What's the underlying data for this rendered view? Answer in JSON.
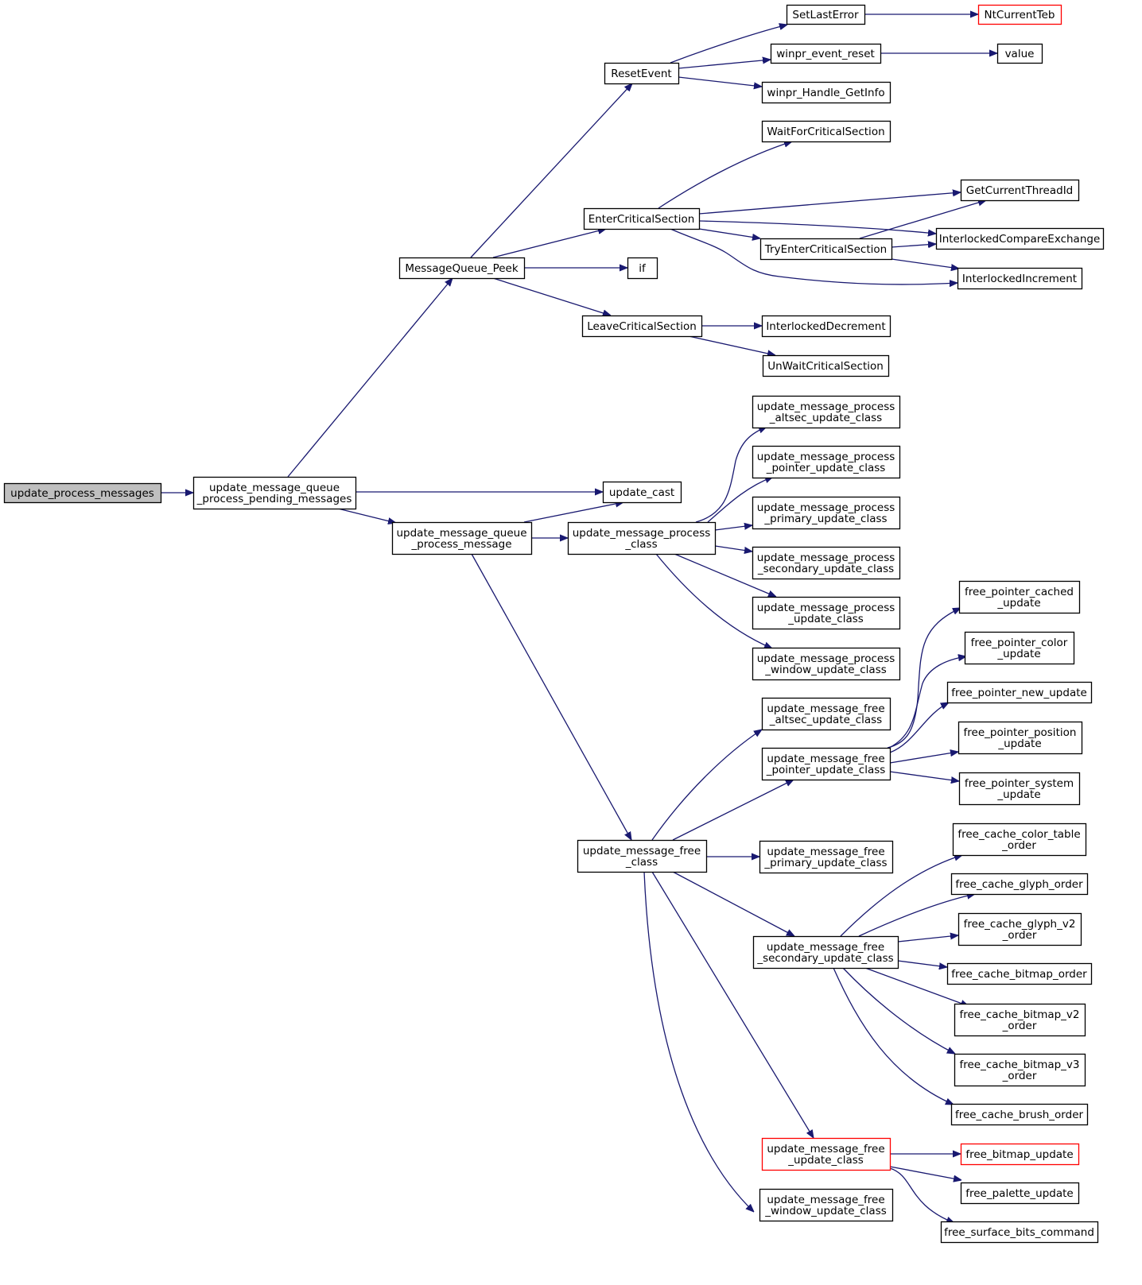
{
  "colors": {
    "edge": "#191970",
    "node_border": "#000000",
    "node_border_truncated": "#ff0000",
    "root_fill": "#bfbfbf",
    "node_fill": "#ffffff"
  },
  "nodes": [
    {
      "id": "update_process_messages",
      "label": [
        "update_process_messages"
      ],
      "style": "root"
    },
    {
      "id": "pending",
      "label": [
        "update_message_queue",
        "_process_pending_messages"
      ]
    },
    {
      "id": "mq_peek",
      "label": [
        "MessageQueue_Peek"
      ]
    },
    {
      "id": "reset_event",
      "label": [
        "ResetEvent"
      ]
    },
    {
      "id": "set_last_error",
      "label": [
        "SetLastError"
      ]
    },
    {
      "id": "nt_current_teb",
      "label": [
        "NtCurrentTeb"
      ],
      "style": "red"
    },
    {
      "id": "winpr_event_reset",
      "label": [
        "winpr_event_reset"
      ]
    },
    {
      "id": "value",
      "label": [
        "value"
      ]
    },
    {
      "id": "winpr_handle_getinfo",
      "label": [
        "winpr_Handle_GetInfo"
      ]
    },
    {
      "id": "wait_for_cs",
      "label": [
        "WaitForCriticalSection"
      ]
    },
    {
      "id": "enter_cs",
      "label": [
        "EnterCriticalSection"
      ]
    },
    {
      "id": "get_current_thread_id",
      "label": [
        "GetCurrentThreadId"
      ]
    },
    {
      "id": "interlocked_cmpxchg",
      "label": [
        "InterlockedCompareExchange"
      ]
    },
    {
      "id": "try_enter_cs",
      "label": [
        "TryEnterCriticalSection"
      ]
    },
    {
      "id": "interlocked_increment",
      "label": [
        "InterlockedIncrement"
      ]
    },
    {
      "id": "if",
      "label": [
        "if"
      ]
    },
    {
      "id": "leave_cs",
      "label": [
        "LeaveCriticalSection"
      ]
    },
    {
      "id": "interlocked_decrement",
      "label": [
        "InterlockedDecrement"
      ]
    },
    {
      "id": "unwait_cs",
      "label": [
        "UnWaitCriticalSection"
      ]
    },
    {
      "id": "update_cast",
      "label": [
        "update_cast"
      ]
    },
    {
      "id": "process_message",
      "label": [
        "update_message_queue",
        "_process_message"
      ]
    },
    {
      "id": "process_class",
      "label": [
        "update_message_process",
        "_class"
      ]
    },
    {
      "id": "proc_altsec",
      "label": [
        "update_message_process",
        "_altsec_update_class"
      ]
    },
    {
      "id": "proc_pointer",
      "label": [
        "update_message_process",
        "_pointer_update_class"
      ]
    },
    {
      "id": "proc_primary",
      "label": [
        "update_message_process",
        "_primary_update_class"
      ]
    },
    {
      "id": "proc_secondary",
      "label": [
        "update_message_process",
        "_secondary_update_class"
      ]
    },
    {
      "id": "proc_update",
      "label": [
        "update_message_process",
        "_update_class"
      ]
    },
    {
      "id": "proc_window",
      "label": [
        "update_message_process",
        "_window_update_class"
      ]
    },
    {
      "id": "free_class",
      "label": [
        "update_message_free",
        "_class"
      ]
    },
    {
      "id": "free_altsec",
      "label": [
        "update_message_free",
        "_altsec_update_class"
      ]
    },
    {
      "id": "free_pointer",
      "label": [
        "update_message_free",
        "_pointer_update_class"
      ]
    },
    {
      "id": "fp_cached",
      "label": [
        "free_pointer_cached",
        "_update"
      ]
    },
    {
      "id": "fp_color",
      "label": [
        "free_pointer_color",
        "_update"
      ]
    },
    {
      "id": "fp_new",
      "label": [
        "free_pointer_new_update"
      ]
    },
    {
      "id": "fp_position",
      "label": [
        "free_pointer_position",
        "_update"
      ]
    },
    {
      "id": "fp_system",
      "label": [
        "free_pointer_system",
        "_update"
      ]
    },
    {
      "id": "free_primary",
      "label": [
        "update_message_free",
        "_primary_update_class"
      ]
    },
    {
      "id": "free_secondary",
      "label": [
        "update_message_free",
        "_secondary_update_class"
      ]
    },
    {
      "id": "fc_color_table",
      "label": [
        "free_cache_color_table",
        "_order"
      ]
    },
    {
      "id": "fc_glyph",
      "label": [
        "free_cache_glyph_order"
      ]
    },
    {
      "id": "fc_glyph_v2",
      "label": [
        "free_cache_glyph_v2",
        "_order"
      ]
    },
    {
      "id": "fc_bitmap",
      "label": [
        "free_cache_bitmap_order"
      ]
    },
    {
      "id": "fc_bitmap_v2",
      "label": [
        "free_cache_bitmap_v2",
        "_order"
      ]
    },
    {
      "id": "fc_bitmap_v3",
      "label": [
        "free_cache_bitmap_v3",
        "_order"
      ]
    },
    {
      "id": "fc_brush",
      "label": [
        "free_cache_brush_order"
      ]
    },
    {
      "id": "free_update",
      "label": [
        "update_message_free",
        "_update_class"
      ],
      "style": "red"
    },
    {
      "id": "free_bitmap_update",
      "label": [
        "free_bitmap_update"
      ],
      "style": "red"
    },
    {
      "id": "free_palette_update",
      "label": [
        "free_palette_update"
      ]
    },
    {
      "id": "free_surface_bits",
      "label": [
        "free_surface_bits_command"
      ]
    },
    {
      "id": "free_window",
      "label": [
        "update_message_free",
        "_window_update_class"
      ]
    }
  ],
  "edges": [
    [
      "update_process_messages",
      "pending"
    ],
    [
      "pending",
      "mq_peek"
    ],
    [
      "pending",
      "update_cast"
    ],
    [
      "pending",
      "process_message"
    ],
    [
      "mq_peek",
      "reset_event"
    ],
    [
      "mq_peek",
      "enter_cs"
    ],
    [
      "mq_peek",
      "if"
    ],
    [
      "mq_peek",
      "leave_cs"
    ],
    [
      "reset_event",
      "set_last_error"
    ],
    [
      "reset_event",
      "winpr_event_reset"
    ],
    [
      "reset_event",
      "winpr_handle_getinfo"
    ],
    [
      "set_last_error",
      "nt_current_teb"
    ],
    [
      "winpr_event_reset",
      "value"
    ],
    [
      "enter_cs",
      "wait_for_cs"
    ],
    [
      "enter_cs",
      "get_current_thread_id"
    ],
    [
      "enter_cs",
      "interlocked_cmpxchg"
    ],
    [
      "enter_cs",
      "try_enter_cs"
    ],
    [
      "enter_cs",
      "interlocked_increment"
    ],
    [
      "try_enter_cs",
      "get_current_thread_id"
    ],
    [
      "try_enter_cs",
      "interlocked_cmpxchg"
    ],
    [
      "try_enter_cs",
      "interlocked_increment"
    ],
    [
      "leave_cs",
      "interlocked_decrement"
    ],
    [
      "leave_cs",
      "unwait_cs"
    ],
    [
      "process_message",
      "update_cast"
    ],
    [
      "process_message",
      "process_class"
    ],
    [
      "process_message",
      "free_class"
    ],
    [
      "process_class",
      "proc_altsec"
    ],
    [
      "process_class",
      "proc_pointer"
    ],
    [
      "process_class",
      "proc_primary"
    ],
    [
      "process_class",
      "proc_secondary"
    ],
    [
      "process_class",
      "proc_update"
    ],
    [
      "process_class",
      "proc_window"
    ],
    [
      "free_class",
      "free_altsec"
    ],
    [
      "free_class",
      "free_pointer"
    ],
    [
      "free_class",
      "free_primary"
    ],
    [
      "free_class",
      "free_secondary"
    ],
    [
      "free_class",
      "free_update"
    ],
    [
      "free_class",
      "free_window"
    ],
    [
      "free_pointer",
      "fp_cached"
    ],
    [
      "free_pointer",
      "fp_color"
    ],
    [
      "free_pointer",
      "fp_new"
    ],
    [
      "free_pointer",
      "fp_position"
    ],
    [
      "free_pointer",
      "fp_system"
    ],
    [
      "free_secondary",
      "fc_color_table"
    ],
    [
      "free_secondary",
      "fc_glyph"
    ],
    [
      "free_secondary",
      "fc_glyph_v2"
    ],
    [
      "free_secondary",
      "fc_bitmap"
    ],
    [
      "free_secondary",
      "fc_bitmap_v2"
    ],
    [
      "free_secondary",
      "fc_bitmap_v3"
    ],
    [
      "free_secondary",
      "fc_brush"
    ],
    [
      "free_update",
      "free_bitmap_update"
    ],
    [
      "free_update",
      "free_palette_update"
    ],
    [
      "free_update",
      "free_surface_bits"
    ]
  ]
}
